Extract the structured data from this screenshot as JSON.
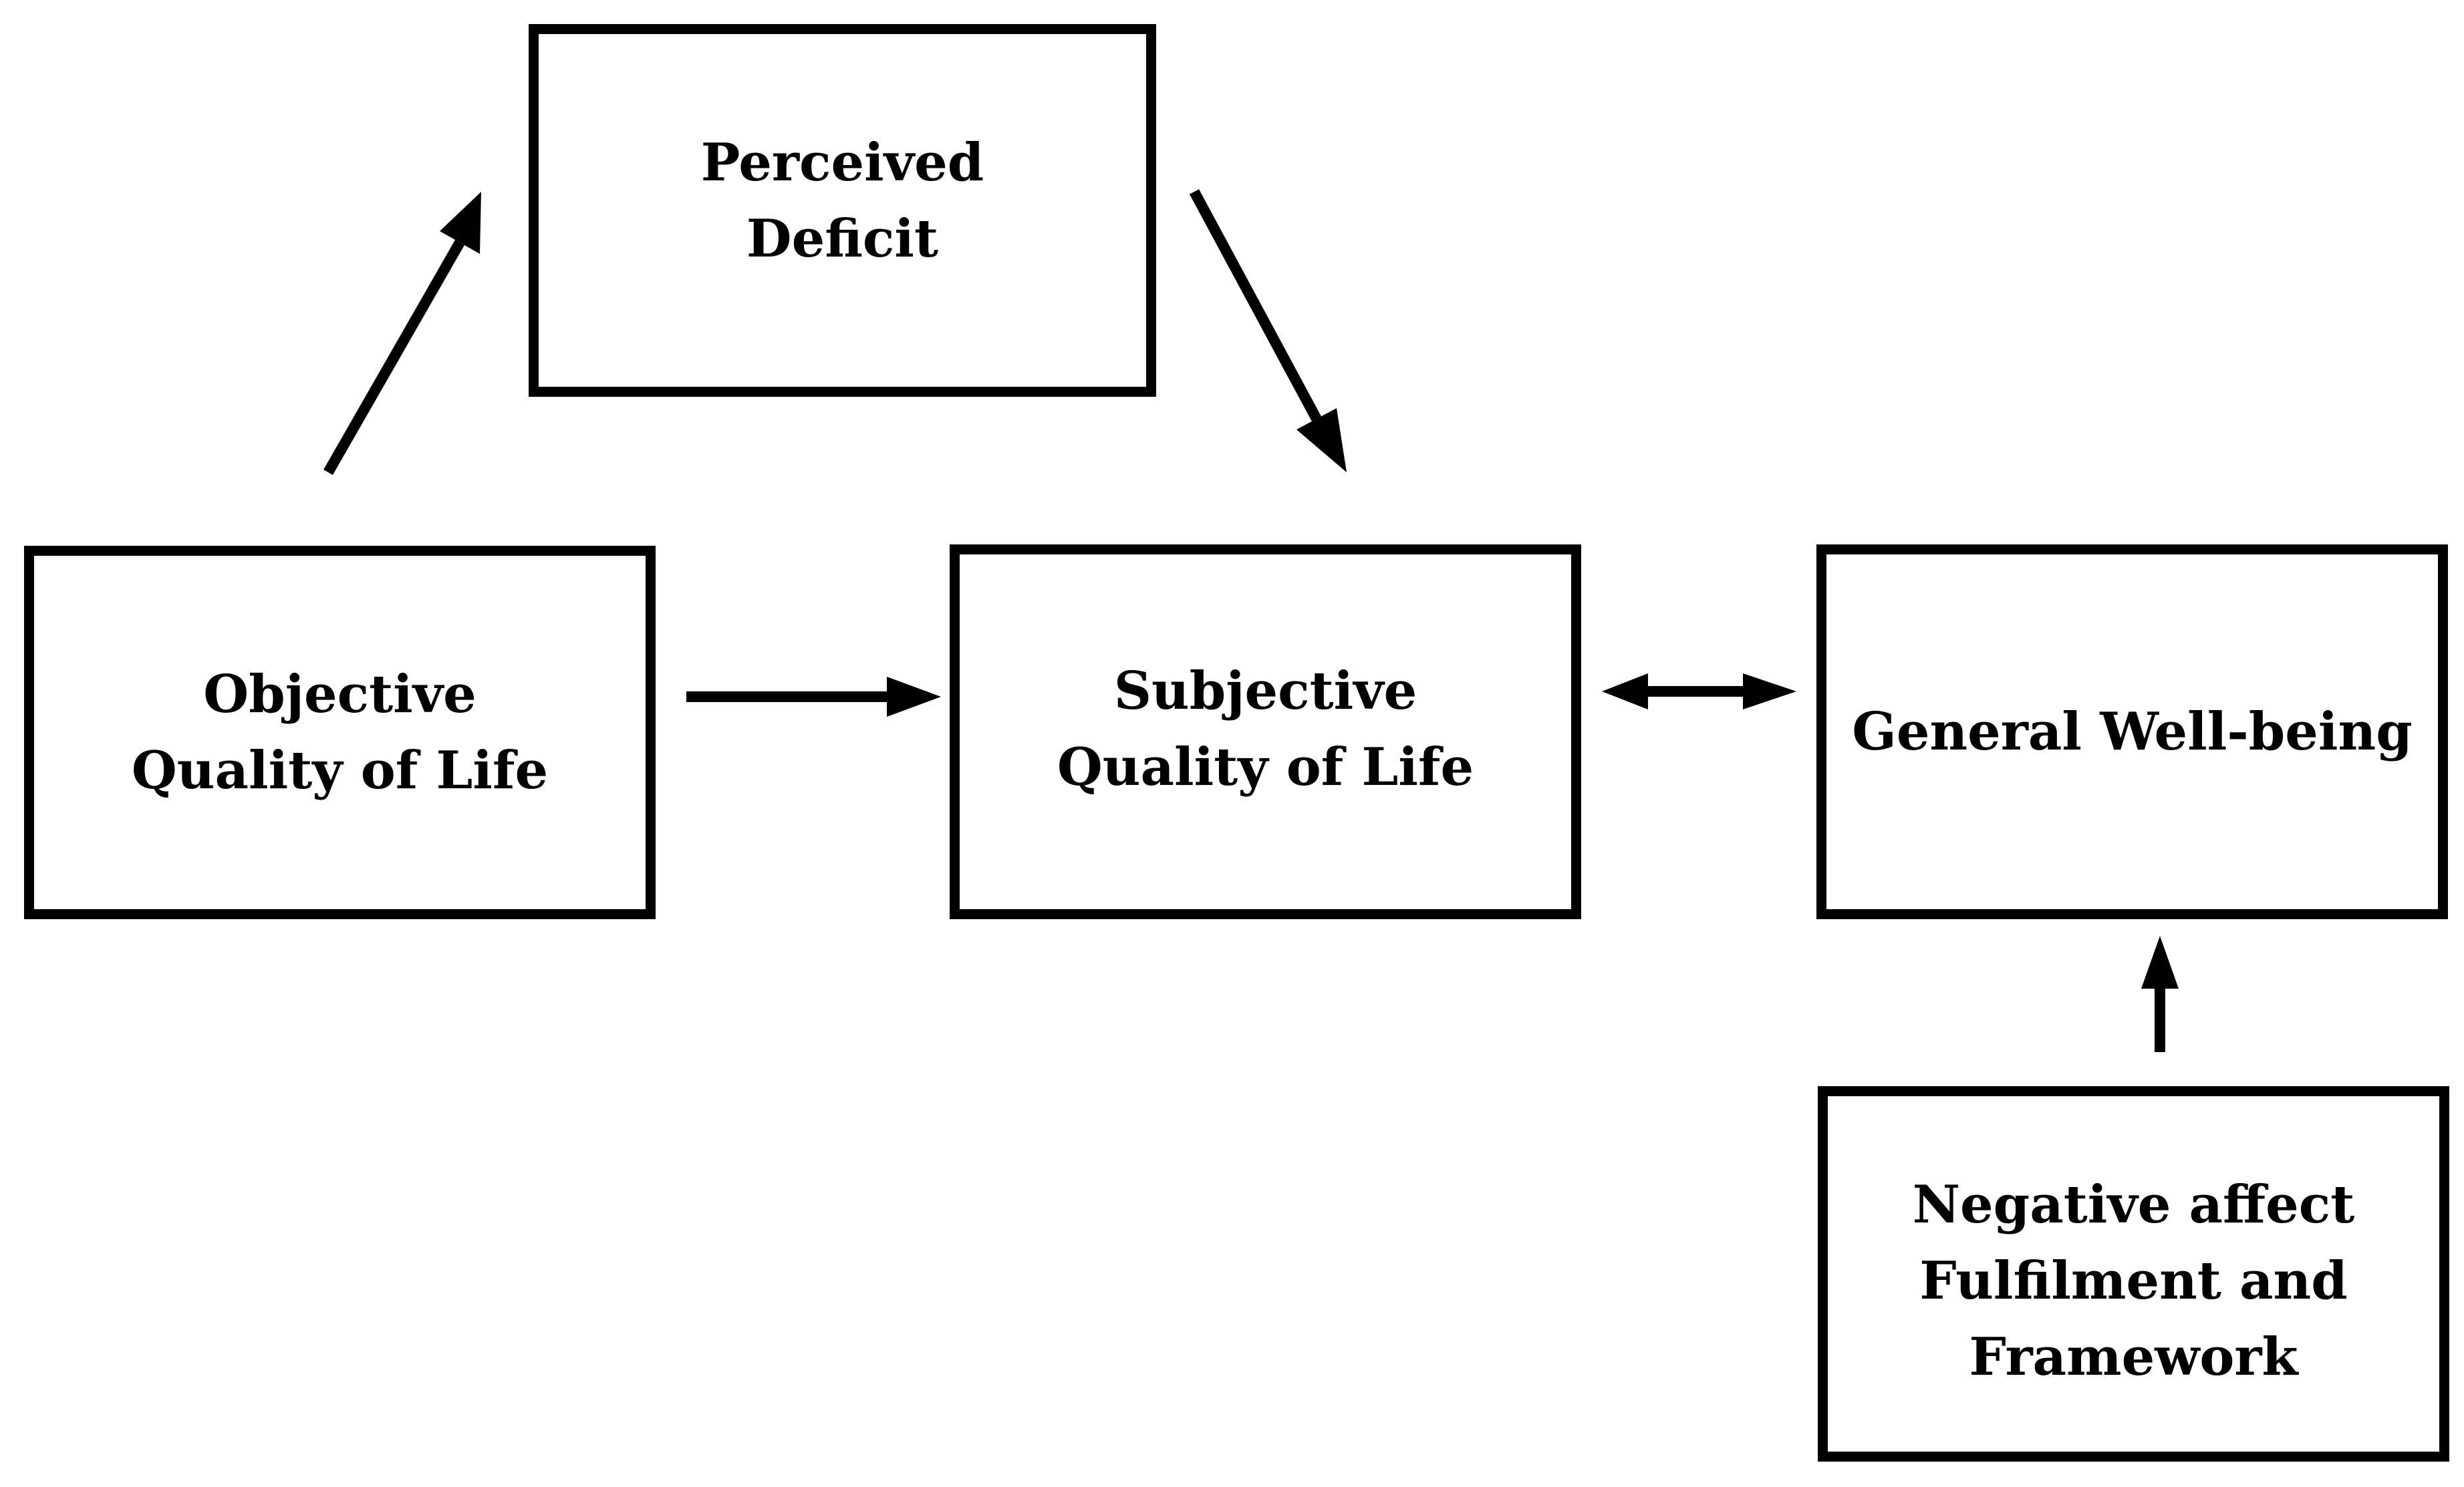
{
  "diagram": {
    "boxes": {
      "perceived_deficit": "Perceived\nDeficit",
      "objective_qol": "Objective\nQuality of Life",
      "subjective_qol": "Subjective\nQuality of Life",
      "general_wellbeing": "General Well-being",
      "negative_affect": "Negative affect\nFulfilment and\nFramework"
    },
    "colors": {
      "stroke": "#000000",
      "background": "#ffffff"
    }
  }
}
